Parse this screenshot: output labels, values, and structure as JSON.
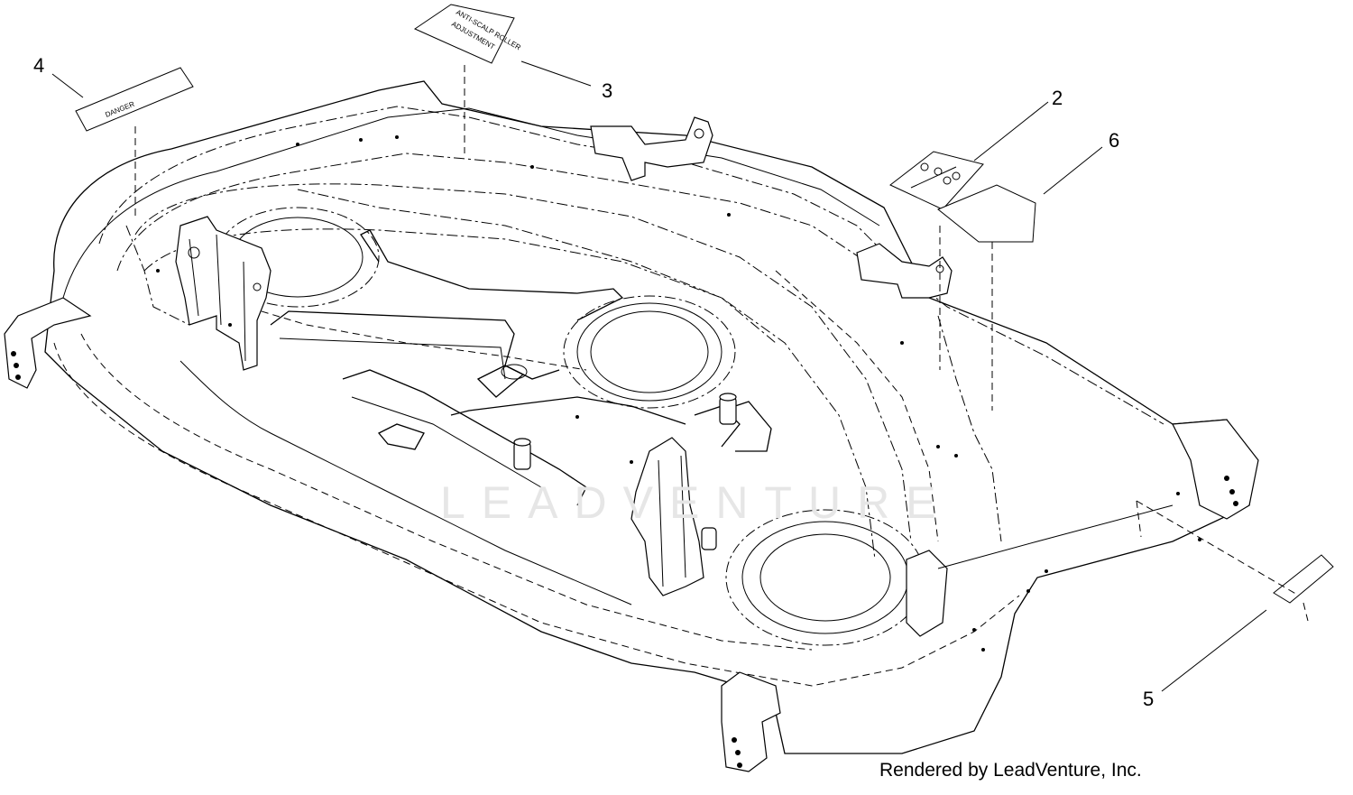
{
  "diagram": {
    "callouts": [
      {
        "id": "c4",
        "label": "4"
      },
      {
        "id": "c3",
        "label": "3"
      },
      {
        "id": "c2",
        "label": "2"
      },
      {
        "id": "c6",
        "label": "6"
      },
      {
        "id": "c5",
        "label": "5"
      }
    ],
    "decal_texts": {
      "decal4": "DANGER",
      "decal3_line1": "ANTI-SCALP ROLLER",
      "decal3_line2": "ADJUSTMENT"
    },
    "credit": "Rendered by LeadVenture, Inc.",
    "watermark": "LEADVENTURE"
  }
}
